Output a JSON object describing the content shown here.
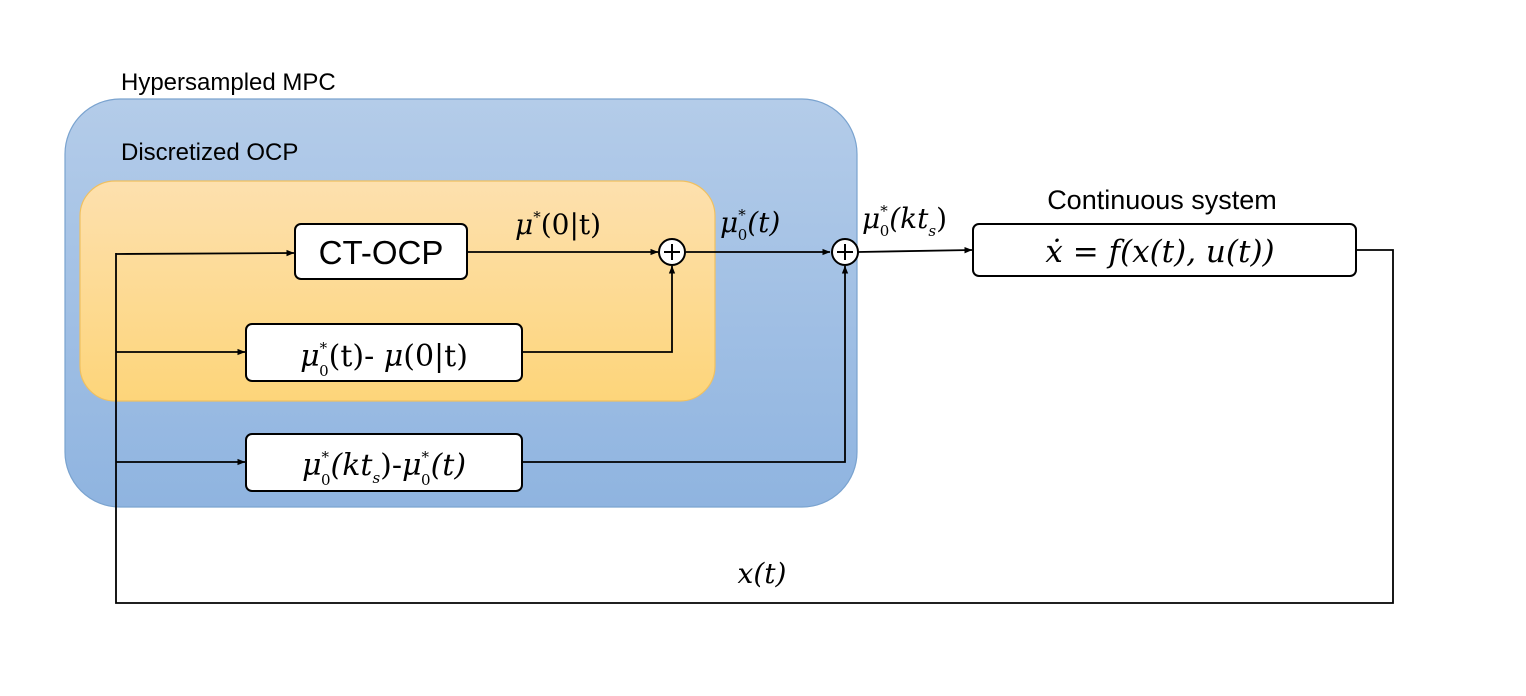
{
  "labels": {
    "outer_region": "Hypersampled MPC",
    "inner_region": "Discretized OCP",
    "plant_title": "Continuous system",
    "feedback": "x(t)"
  },
  "blocks": {
    "ct_ocp": "CT-OCP",
    "correction_1": {
      "a": "μ",
      "a_sup": "*",
      "a_sub": "0",
      "b": "(t)- ",
      "c": "μ",
      "d": "(0|t)"
    },
    "correction_2": {
      "a": "μ",
      "a_sup": "*",
      "a_sub": "0",
      "b": "(kt",
      "b_sub": "s",
      "c": ")-",
      "d": "μ",
      "d_sup": "*",
      "d_sub": "0",
      "e": "(t)"
    },
    "plant": {
      "lhs": "ẋ",
      "rhs": " = f(x(t), u(t))"
    }
  },
  "signals": {
    "ocp_out": {
      "a": "μ",
      "a_sup": "*",
      "b": "(0|t)"
    },
    "sum1_out": {
      "a": "μ",
      "a_sup": "*",
      "a_sub": "0",
      "b": "(t)"
    },
    "sum2_out": {
      "a": "μ",
      "a_sup": "*",
      "a_sub": "0",
      "b": "(kt",
      "b_sub": "s",
      "c": ")"
    }
  },
  "colors": {
    "outer_region_fill_top": "#b4cce9",
    "outer_region_fill_bottom": "#8fb4e0",
    "outer_region_stroke": "#7aa3cf",
    "inner_region_fill_top": "#fde0ae",
    "inner_region_fill_bottom": "#fdd57a",
    "inner_region_stroke": "#f0c060"
  },
  "icons": {
    "summing_junction": "circle-plus-icon",
    "arrowhead": "arrow-right-icon"
  }
}
